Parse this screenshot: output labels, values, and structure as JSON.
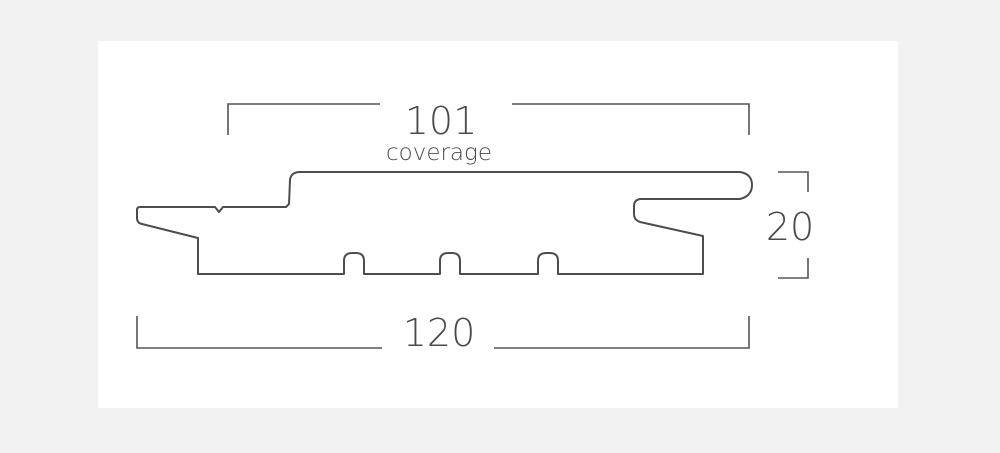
{
  "dimensions": {
    "coverage_value": "101",
    "coverage_label": "coverage",
    "thickness_value": "20",
    "width_value": "120"
  }
}
